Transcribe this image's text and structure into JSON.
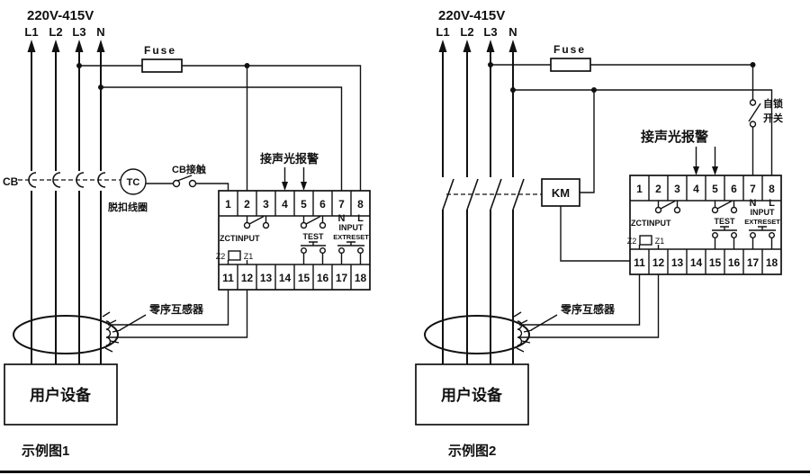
{
  "diagram1": {
    "voltage": "220V-415V",
    "phases": [
      "L1",
      "L2",
      "L3",
      "N"
    ],
    "fuse": "Fuse",
    "cb": "CB",
    "tc": "TC",
    "trip_coil": "脱扣线圈",
    "cb_contact": "CB接触",
    "alarm": "接声光报警",
    "zct": "零序互感器",
    "load": "用户设备",
    "caption": "示例图1",
    "terminals_top": [
      "1",
      "2",
      "3",
      "4",
      "5",
      "6",
      "7",
      "8"
    ],
    "terminals_bottom": [
      "11",
      "12",
      "13",
      "14",
      "15",
      "16",
      "17",
      "18"
    ],
    "relay": {
      "n": "N",
      "l": "L",
      "input": "INPUT",
      "zct_input": "ZCTINPUT",
      "z2": "Z2",
      "z1": "Z1",
      "test": "TEST",
      "ext_reset": "EXTRESET"
    }
  },
  "diagram2": {
    "voltage": "220V-415V",
    "phases": [
      "L1",
      "L2",
      "L3",
      "N"
    ],
    "fuse": "Fuse",
    "km": "KM",
    "selflock": [
      "自锁",
      "开关"
    ],
    "alarm": "接声光报警",
    "zct": "零序互感器",
    "load": "用户设备",
    "caption": "示例图2",
    "terminals_top": [
      "1",
      "2",
      "3",
      "4",
      "5",
      "6",
      "7",
      "8"
    ],
    "terminals_bottom": [
      "11",
      "12",
      "13",
      "14",
      "15",
      "16",
      "17",
      "18"
    ],
    "relay": {
      "n": "N",
      "l": "L",
      "input": "INPUT",
      "zct_input": "ZCTINPUT",
      "z2": "Z2",
      "z1": "Z1",
      "test": "TEST",
      "ext_reset": "EXTRESET"
    }
  }
}
